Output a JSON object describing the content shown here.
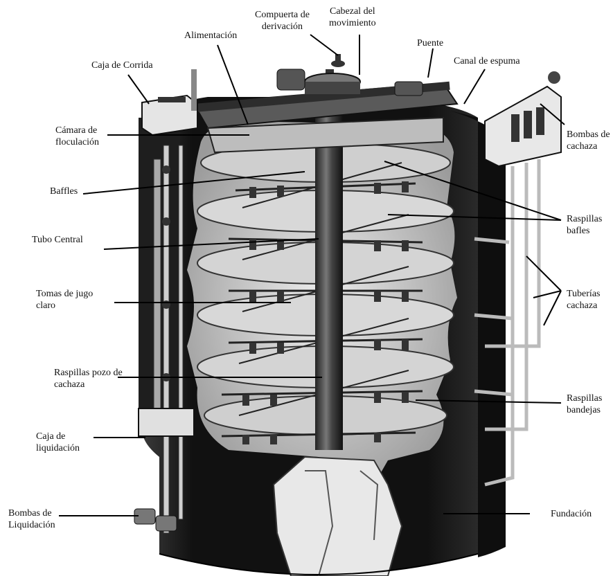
{
  "labels": {
    "compuerta": [
      "Compuerta de",
      "derivación"
    ],
    "cabezal": [
      "Cabezal del",
      "movimiento"
    ],
    "alimentacion": "Alimentación",
    "puente": "Puente",
    "canal": "Canal de espuma",
    "caja_corrida": "Caja de Corrida",
    "camara": [
      "Cámara de",
      "floculación"
    ],
    "bombas_cachaza": [
      "Bombas de",
      "cachaza"
    ],
    "baffles": "Baffles",
    "raspillas_bafles": [
      "Raspillas",
      "bafles"
    ],
    "tubo_central": "Tubo Central",
    "tomas": [
      "Tomas de jugo",
      "claro"
    ],
    "tuberias": [
      "Tuberías",
      "cachaza"
    ],
    "raspillas_pozo": [
      "Raspillas pozo de",
      "cachaza"
    ],
    "raspillas_bandejas": [
      "Raspillas",
      "bandejas"
    ],
    "caja_liquidacion": [
      "Caja de",
      "liquidación"
    ],
    "bombas_liquidacion": [
      "Bombas de",
      "Liquidación"
    ],
    "fundacion": "Fundación"
  },
  "colors": {
    "ink": "#111111",
    "shell": "#1a1a1a",
    "interior": "#d9d9d9",
    "steel": "#8c8c8c",
    "light": "#f2f2f2"
  }
}
